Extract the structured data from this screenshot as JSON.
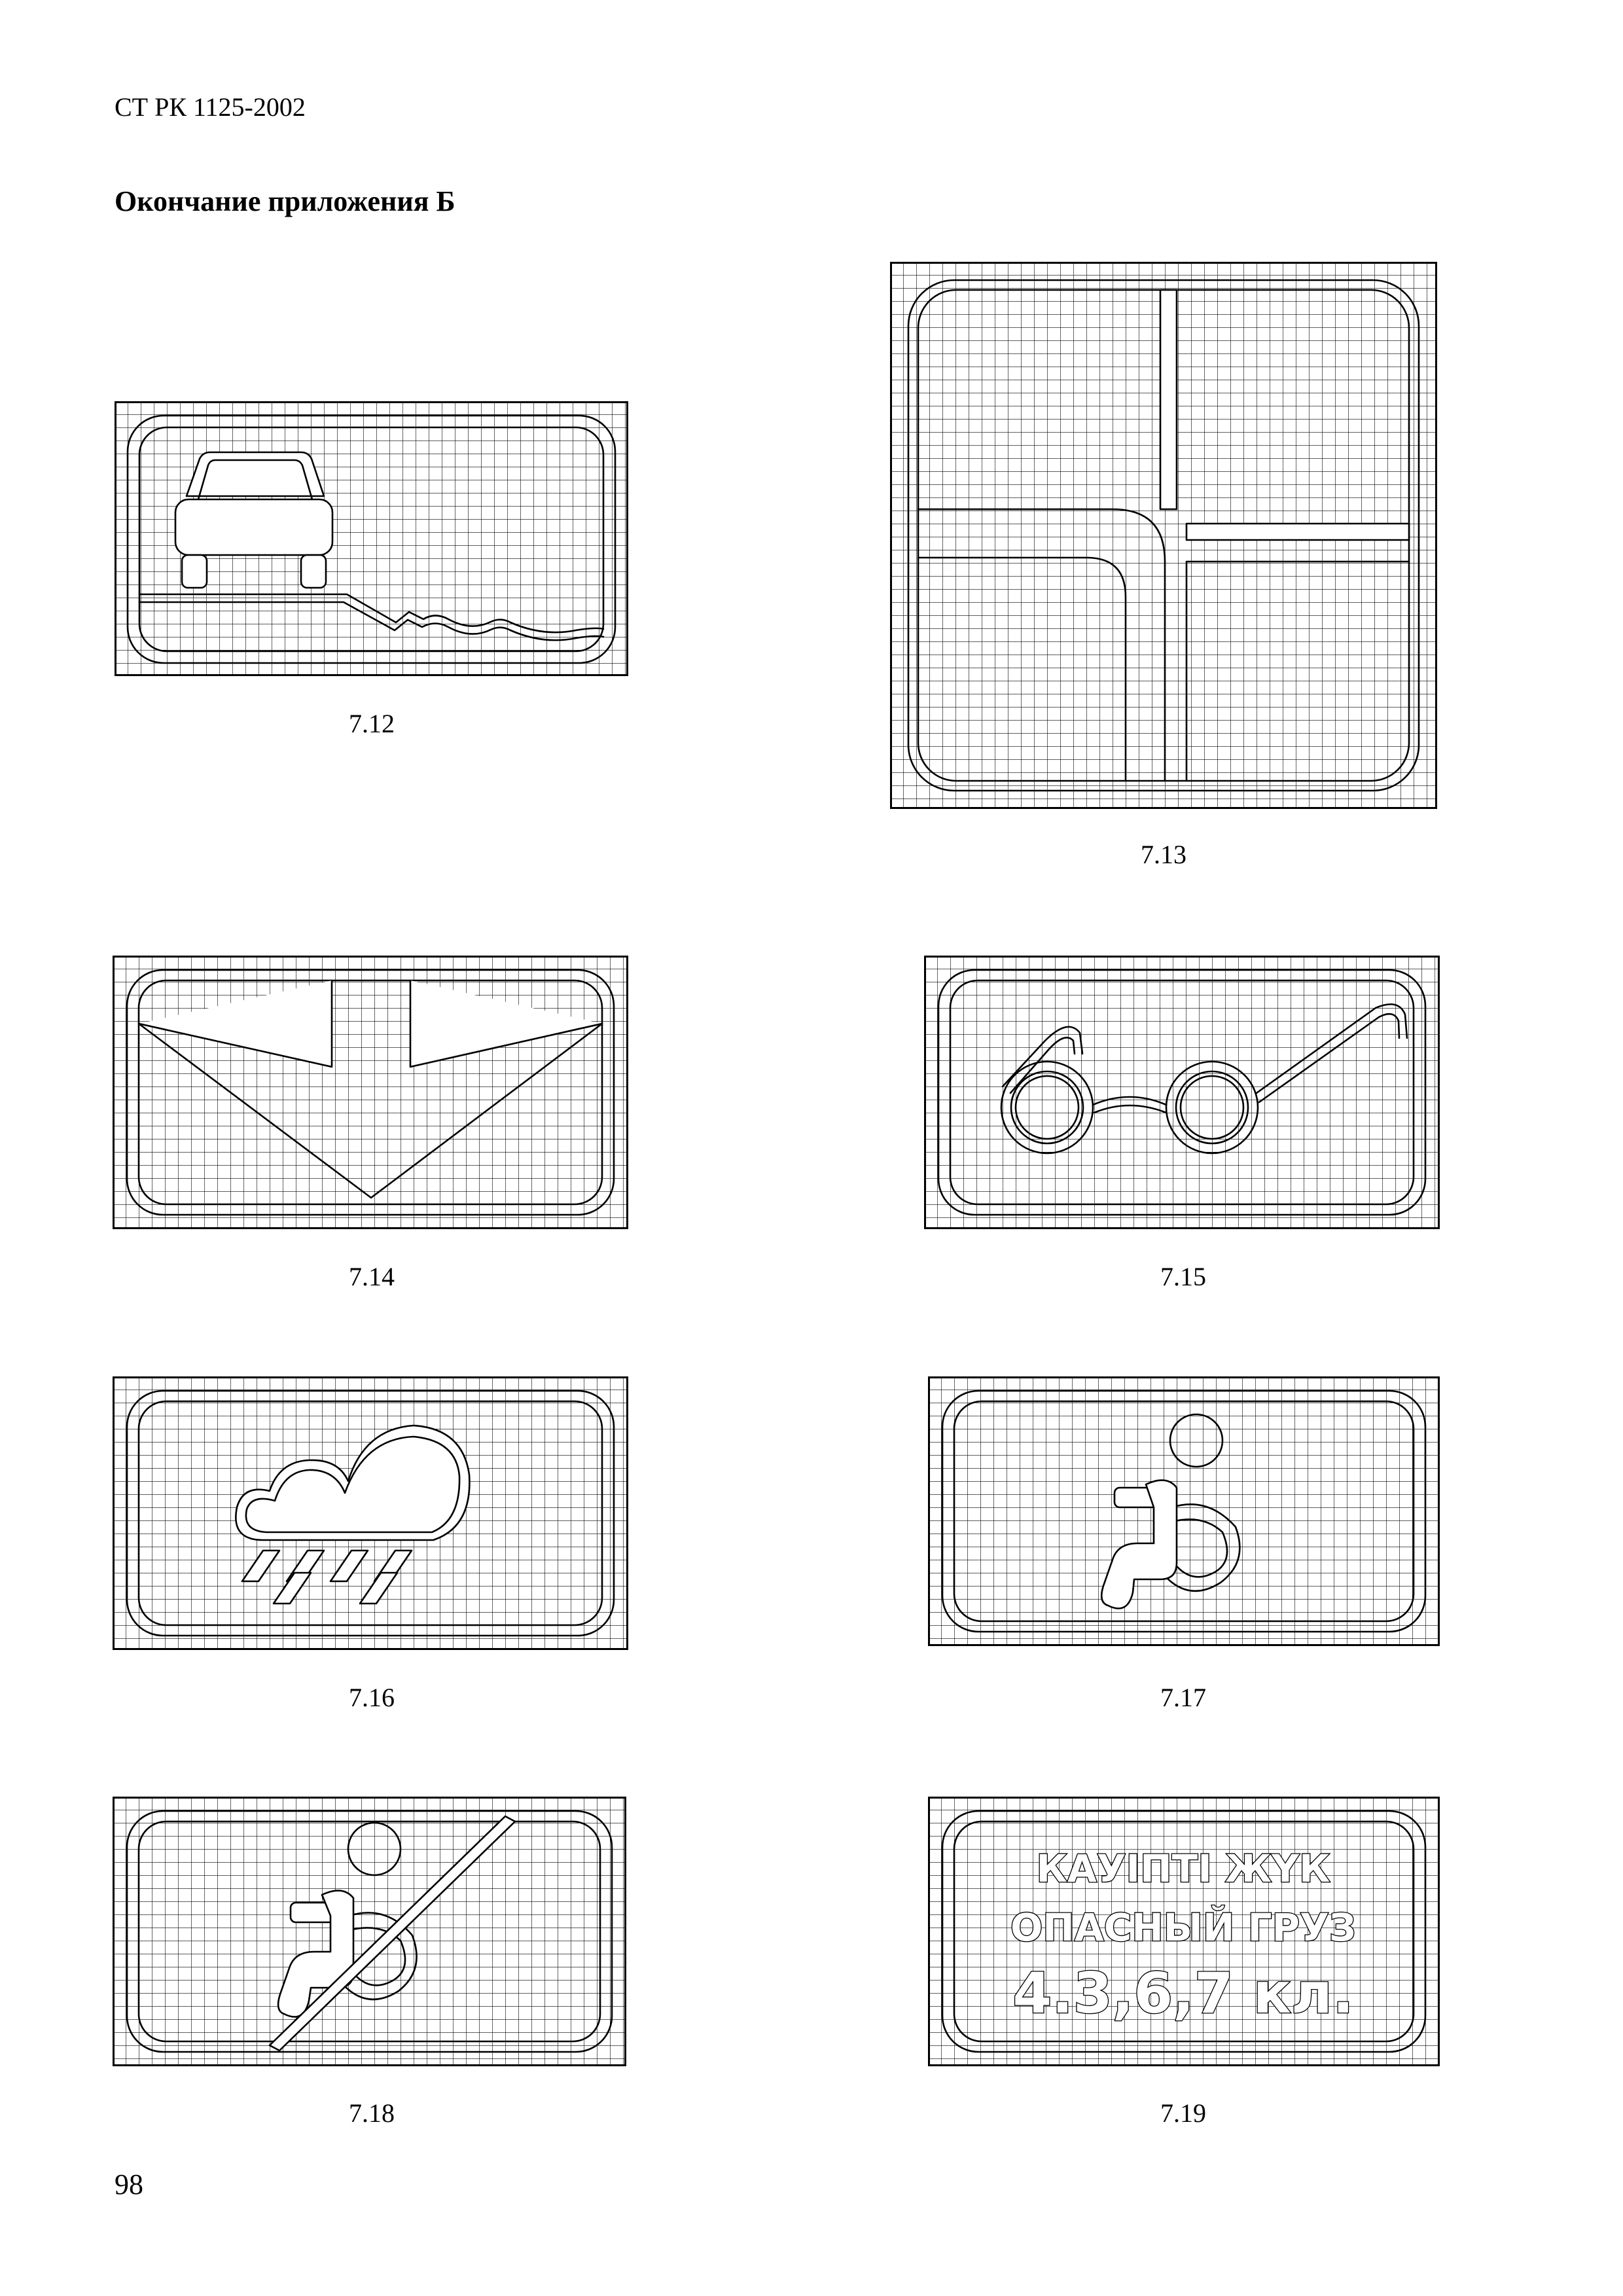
{
  "header": {
    "doc_code": "СТ РК 1125-2002",
    "section_title": "Окончание приложения Б"
  },
  "page_number": "98",
  "signs": [
    {
      "id": "7.12",
      "caption": "7.12",
      "icon": "car-on-soft-shoulder-icon"
    },
    {
      "id": "7.13",
      "caption": "7.13",
      "icon": "road-layout-icon"
    },
    {
      "id": "7.14",
      "caption": "7.14",
      "icon": "arrow-chevron-icon"
    },
    {
      "id": "7.15",
      "caption": "7.15",
      "icon": "glasses-icon"
    },
    {
      "id": "7.16",
      "caption": "7.16",
      "icon": "rain-cloud-icon"
    },
    {
      "id": "7.17",
      "caption": "7.17",
      "icon": "wheelchair-icon"
    },
    {
      "id": "7.18",
      "caption": "7.18",
      "icon": "wheelchair-crossed-icon"
    },
    {
      "id": "7.19",
      "caption": "7.19",
      "icon": "dangerous-cargo-text-icon",
      "lines": [
        "КАУІПТІ ЖҮК",
        "ОПАСНЫЙ ГРУЗ",
        "4.3,6,7 кл."
      ]
    }
  ]
}
